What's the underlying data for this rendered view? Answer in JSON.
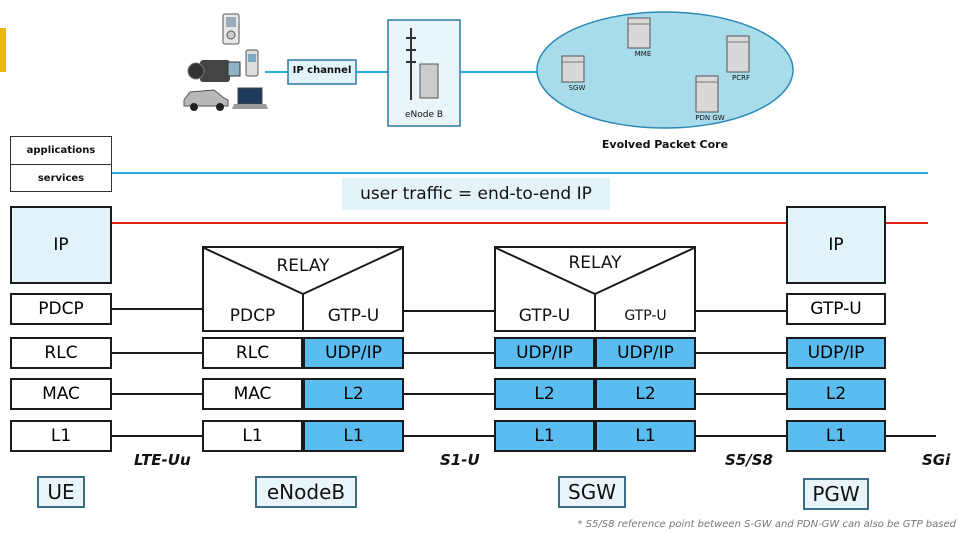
{
  "top": {
    "ip_channel": "IP channel",
    "enodeb_caption": "eNode B",
    "epc_nodes": [
      "SGW",
      "MME",
      "PCRF",
      "PDN GW"
    ],
    "epc_caption": "Evolved Packet Core"
  },
  "app_box": {
    "line1": "applications",
    "line2": "services"
  },
  "traffic_label": "user traffic = end-to-end IP",
  "ue_stack": [
    "IP",
    "PDCP",
    "RLC",
    "MAC",
    "L1"
  ],
  "enb_stack": {
    "relay": "RELAY",
    "left": [
      "PDCP",
      "RLC",
      "MAC",
      "L1"
    ],
    "right": [
      "GTP-U",
      "UDP/IP",
      "L2",
      "L1"
    ]
  },
  "sgw_stack": {
    "relay": "RELAY",
    "left": [
      "GTP-U",
      "UDP/IP",
      "L2",
      "L1"
    ],
    "right": [
      "GTP-U",
      "UDP/IP",
      "L2",
      "L1"
    ]
  },
  "pgw_stack": [
    "IP",
    "GTP-U",
    "UDP/IP",
    "L2",
    "L1"
  ],
  "interfaces": {
    "lte_uu": "LTE-Uu",
    "s1_u": "S1-U",
    "s5_s8": "S5/S8",
    "sgi": "SGi"
  },
  "nodes": {
    "ue": "UE",
    "enodeb": "eNodeB",
    "sgw": "SGW",
    "pgw": "PGW"
  },
  "footnote": "* S5/S8 reference point between S-GW and PDN-GW can also be GTP based",
  "colors": {
    "accent_blue": "#5bbcef",
    "light_blue": "#dff3f8",
    "cyan_line": "#2aa9e0",
    "red_line": "#e0201b",
    "epc_ellipse": "#a9dceb"
  }
}
